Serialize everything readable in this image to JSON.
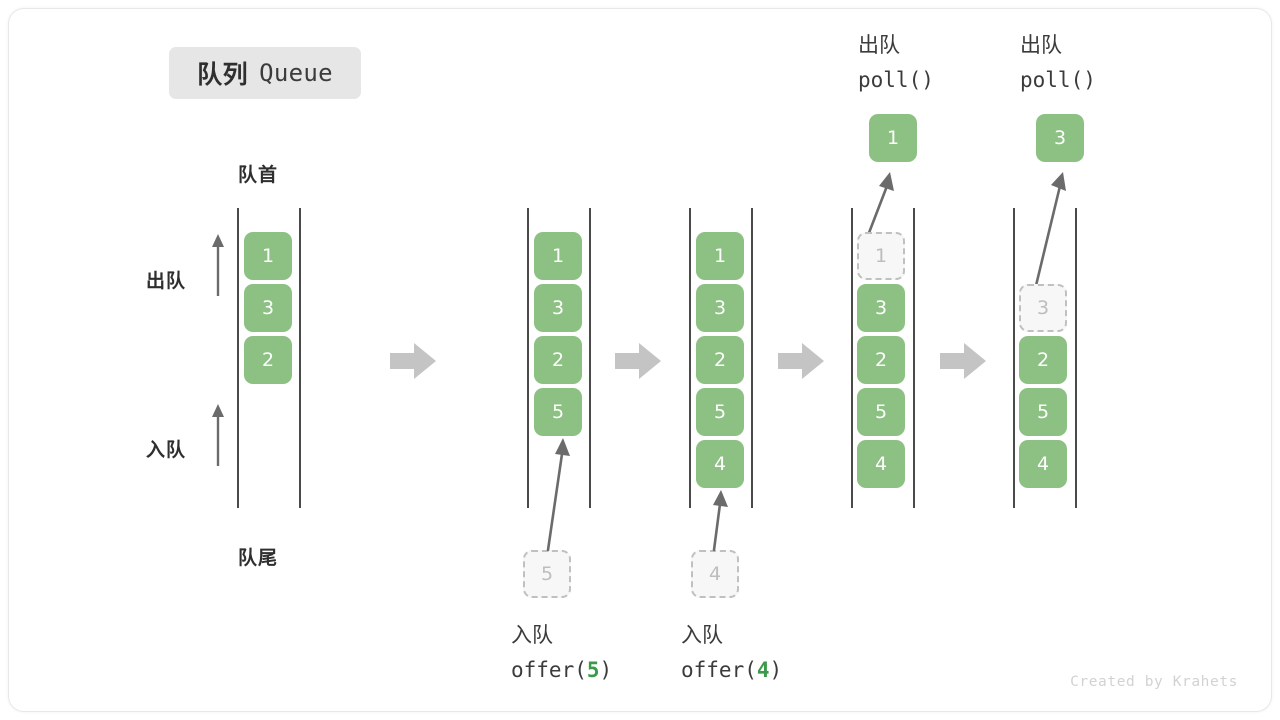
{
  "title": {
    "cn": "队列",
    "en": "Queue"
  },
  "axis_labels": {
    "front": "队首",
    "rear": "队尾",
    "dequeue": "出队",
    "enqueue": "入队"
  },
  "colors": {
    "element_fill": "#8cc183",
    "element_text": "#ffffff",
    "ghost_fill": "#f7f7f7",
    "ghost_border": "#c0c0c0",
    "ghost_text": "#bdbdbd",
    "rail": "#4a4a4a",
    "flow_arrow": "#c4c4c4",
    "op_arrow": "#6b6b6b",
    "highlight_number": "#3a9a4a",
    "badge_bg": "#e6e6e6",
    "card_border": "#e8e8e8"
  },
  "stages": [
    {
      "id": "initial",
      "elements": [
        "1",
        "3",
        "2"
      ],
      "ghost_index": -1,
      "top_label_cn": "",
      "top_label_code": "",
      "bottom_label_cn": "",
      "bottom_label_code": "",
      "incoming_value": "",
      "outgoing_value": ""
    },
    {
      "id": "offer-5",
      "elements": [
        "1",
        "3",
        "2",
        "5"
      ],
      "ghost_index": -1,
      "top_label_cn": "",
      "top_label_code": "",
      "bottom_label_cn": "入队",
      "bottom_label_code": "offer(5)",
      "incoming_value": "5",
      "outgoing_value": ""
    },
    {
      "id": "offer-4",
      "elements": [
        "1",
        "3",
        "2",
        "5",
        "4"
      ],
      "ghost_index": -1,
      "top_label_cn": "",
      "top_label_code": "",
      "bottom_label_cn": "入队",
      "bottom_label_code": "offer(4)",
      "incoming_value": "4",
      "outgoing_value": ""
    },
    {
      "id": "poll-1",
      "elements": [
        "1",
        "3",
        "2",
        "5",
        "4"
      ],
      "ghost_index": 0,
      "top_label_cn": "出队",
      "top_label_code": "poll()",
      "bottom_label_cn": "",
      "bottom_label_code": "",
      "incoming_value": "",
      "outgoing_value": "1"
    },
    {
      "id": "poll-3",
      "elements": [
        "3",
        "2",
        "5",
        "4"
      ],
      "ghost_index": 0,
      "top_label_cn": "出队",
      "top_label_code": "poll()",
      "bottom_label_cn": "",
      "bottom_label_code": "",
      "incoming_value": "",
      "outgoing_value": "3"
    }
  ],
  "flow_arrows": [
    "flow-arrow-1",
    "flow-arrow-2",
    "flow-arrow-3",
    "flow-arrow-4"
  ],
  "credit": "Created by Krahets"
}
